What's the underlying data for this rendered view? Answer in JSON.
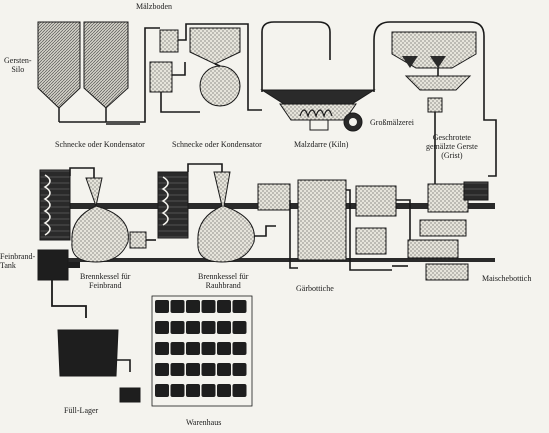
{
  "labels": {
    "malzboden": "Mälzboden",
    "gersten_silo": [
      "Gersten-",
      "Silo"
    ],
    "schnecke_1": "Schnecke oder Kondensator",
    "schnecke_2": "Schnecke oder Kondensator",
    "malzdarre": "Malzdarre (Kiln)",
    "grossmaelzerei": "Großmälzerei",
    "grist": [
      "Geschrotete",
      "gemälzte Gerste",
      "(Grist)"
    ],
    "feinbrand_tank": [
      "Feinbrand-",
      "Tank"
    ],
    "brennkessel_feinbrand": [
      "Brennkessel für",
      "Feinbrand"
    ],
    "brennkessel_rauhbrand": [
      "Brennkessel für",
      "Rauhbrand"
    ],
    "gaerbottiche": "Gärbottiche",
    "maischebottich": "Maischebottich",
    "full_lager": "Füll-Lager",
    "warenhaus": "Warenhaus"
  },
  "colors": {
    "ink": "#1a1a1a",
    "paper": "#f4f3ee",
    "fill_light": "#dedcd3",
    "fill_dark": "#1e1e1e"
  }
}
